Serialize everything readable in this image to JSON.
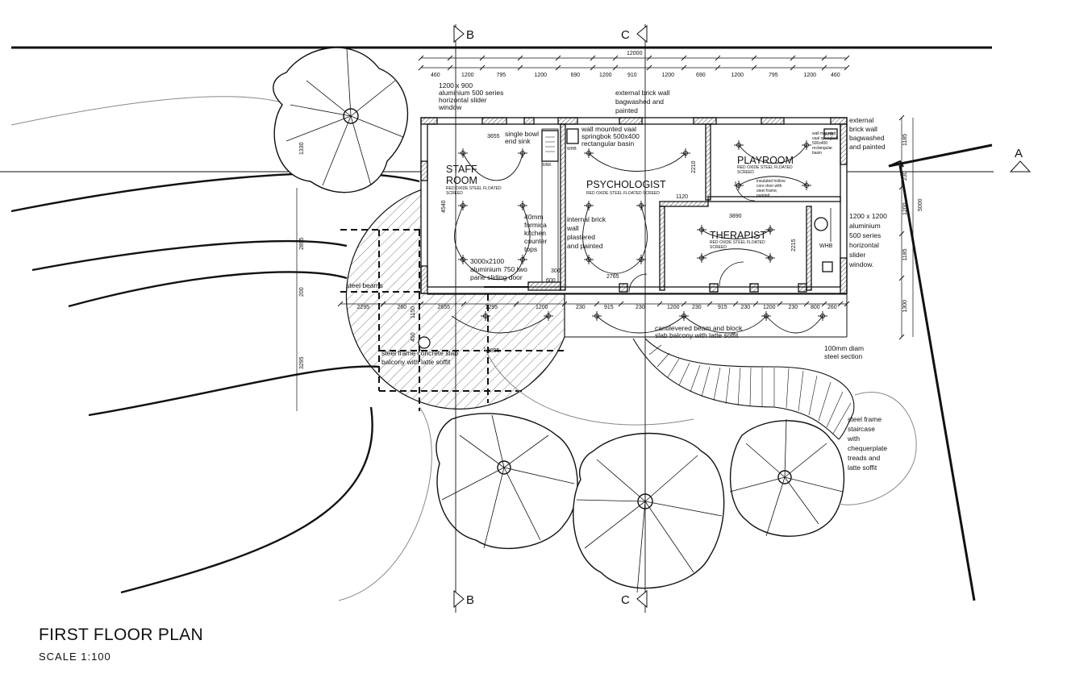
{
  "title": "FIRST FLOOR PLAN",
  "scale": "SCALE  1:100",
  "sections": {
    "b": "B",
    "c": "C",
    "a": "A"
  },
  "rooms": {
    "staff_1": "STAFF",
    "staff_2": "ROOM",
    "psychologist": "PSYCHOLOGIST",
    "playroom": "PLAYROOM",
    "therapist": "THERAPIST",
    "screed_1": "RED OXIDE STEEL FLOATED",
    "screed_2": "SCREED",
    "screed_full": "RED OXIDE STEEL FLOATED SCREED"
  },
  "fixtures": {
    "whb": "WHB",
    "sink": "SINK"
  },
  "dimensions": {
    "overall": "12000",
    "top": [
      "460",
      "1200",
      "795",
      "1200",
      "690",
      "1200",
      "910",
      "1200",
      "690",
      "1200",
      "795",
      "1200",
      "460"
    ],
    "bottom": [
      "2295",
      "260",
      "2655",
      "1295",
      "1200",
      "230",
      "915",
      "230",
      "1200",
      "230",
      "915",
      "230",
      "1200",
      "230",
      "800",
      "260"
    ],
    "right": [
      "1185",
      "230",
      "1200",
      "1185",
      "1300"
    ],
    "right_overall": "5000",
    "left_1": "2855",
    "left_2": "200",
    "left_3": "3295",
    "inner": {
      "d4540": "4540",
      "d3655": "3655",
      "d2210": "2210",
      "d1120": "1120",
      "d3890": "3890",
      "d2215": "2215",
      "d2765": "2765",
      "d300": "300",
      "d600": "600",
      "d1150": "1150",
      "d1330": "1330",
      "d3885": "3885",
      "d450": "450"
    }
  },
  "notes": {
    "window_top": [
      "1200 x 900",
      "aluminium 500 series",
      "horizontal slider",
      "window"
    ],
    "ext_wall_top": [
      "external brick wall",
      "bagwashed and",
      "painted"
    ],
    "ext_wall_right": [
      "external",
      "brick wall",
      "bagwashed",
      "and painted"
    ],
    "sink": [
      "single bowl",
      "end sink"
    ],
    "basin_main": [
      "wall mounted vaal",
      "springbok 500x400",
      "rectangular basin"
    ],
    "basin_small": [
      "wall mounted",
      "vaal springbok",
      "500x400",
      "rectangular",
      "basin"
    ],
    "door_small": [
      "insulated hollow",
      "core door with",
      "steel frame,",
      "painted"
    ],
    "counter": [
      "40mm",
      "formica",
      "kitchen",
      "counter",
      "tops"
    ],
    "internal_wall": [
      "internal brick",
      "wall",
      "plastered",
      "and painted"
    ],
    "sliding_door": [
      "3000x2100",
      "aluminium 750 two",
      "pane sliding door"
    ],
    "window_right": [
      "1200 x 1200",
      "aluminium",
      "500 series",
      "horizontal",
      "slider",
      "window."
    ],
    "steel_beams": "steel beams",
    "balcony_left": [
      "steel frame concrete slab",
      "balcony with latte soffit"
    ],
    "balcony_right": [
      "cantilevered  beam and block",
      "slab balcony with latte soffit"
    ],
    "steel_section": [
      "100mm diam",
      "steel section"
    ],
    "staircase": [
      "steel frame",
      "staircase",
      "with",
      "chequerplate",
      "treads and",
      "latte soffit"
    ]
  }
}
